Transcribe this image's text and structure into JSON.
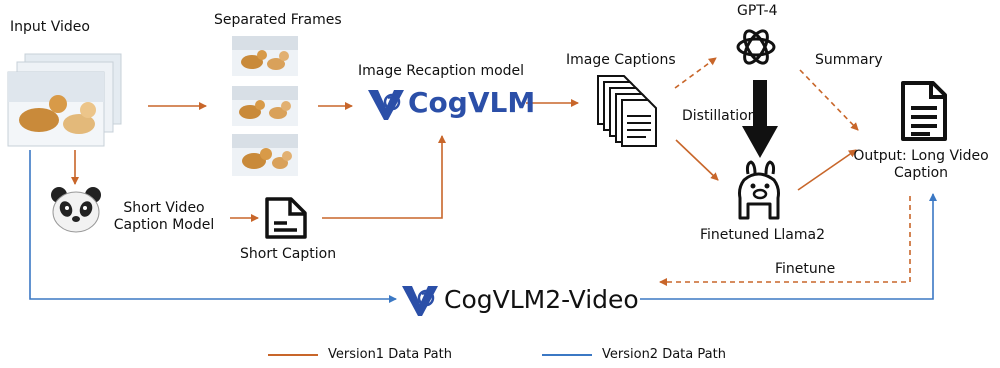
{
  "labels": {
    "input_video": "Input Video",
    "separated_frames": "Separated Frames",
    "image_recaption_model": "Image Recaption model",
    "image_captions": "Image Captions",
    "gpt4": "GPT-4",
    "summary": "Summary",
    "distillation": "Distillation",
    "output_line1": "Output: Long Video",
    "output_line2": "Caption",
    "finetuned_llama2": "Finetuned Llama2",
    "short_video_line1": "Short Video",
    "short_video_line2": "Caption Model",
    "short_caption": "Short Caption",
    "finetune": "Finetune",
    "cogvlm": "CogVLM",
    "cogvlm2_video": "CogVLM2-Video"
  },
  "legend": {
    "version1": "Version1 Data Path",
    "version2": "Version2 Data Path"
  },
  "colors": {
    "version1": "#C8662A",
    "version2": "#3B78C4",
    "cogvlm_blue": "#2B4FA8",
    "black": "#111111"
  },
  "icons": [
    "video-frames-icon",
    "frame-image-icon",
    "cogvlm-logo-icon",
    "document-stack-icon",
    "openai-logo-icon",
    "black-down-arrow-icon",
    "document-icon",
    "llama-icon",
    "panda-icon",
    "short-caption-doc-icon",
    "cogvlm2-logo-icon"
  ]
}
